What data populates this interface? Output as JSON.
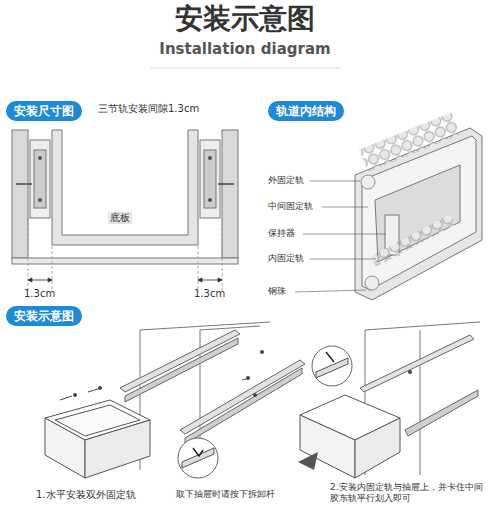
{
  "diagram": {
    "title": "安装示意图",
    "nodes": [
      {
        "text": [
          "安装尺寸图"
        ]
      },
      {
        "text": [
          "轨道内结构"
        ]
      },
      {
        "text": [
          "安装示意图"
        ]
      }
    ],
    "labels": [
      "Installation diagram",
      "三节轨安装间隙1.3cm",
      "底板",
      "1.3cm",
      "1.3cm",
      "外固定轨",
      "中间固定轨",
      "保持器",
      "内固定轨",
      "钢珠",
      "1.水平安装双外固定轨",
      "取下抽屉时请按下拆卸杆",
      "2.安装内固定轨与抽屉上，并卡住中间胶东轨平行划入即可"
    ]
  }
}
